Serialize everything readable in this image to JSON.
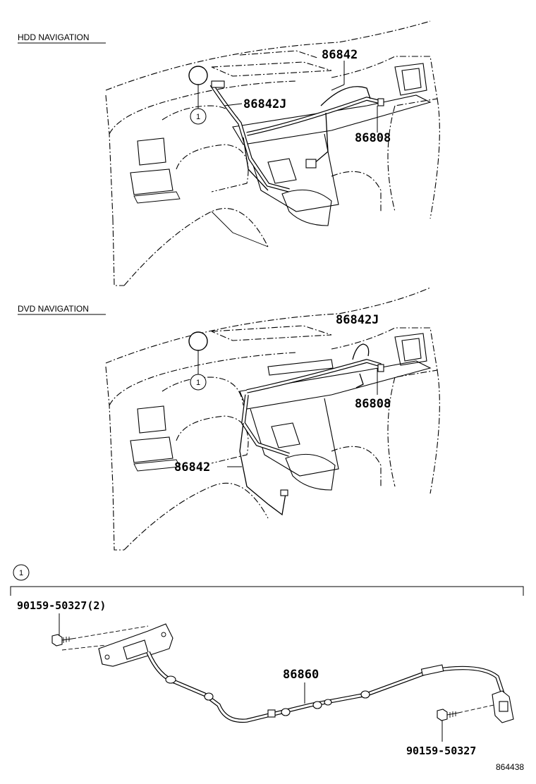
{
  "sections": {
    "hdd_title": "HDD NAVIGATION",
    "dvd_title": "DVD NAVIGATION"
  },
  "callout_number": "1",
  "labels": {
    "hdd_86842": "86842",
    "hdd_86842J": "86842J",
    "hdd_86808": "86808",
    "dvd_86842J": "86842J",
    "dvd_86808": "86808",
    "dvd_86842": "86842",
    "detail_bolt_top": "90159-50327(2)",
    "detail_cable": "86860",
    "detail_bolt_bottom": "90159-50327"
  },
  "diagram_code": "864438"
}
